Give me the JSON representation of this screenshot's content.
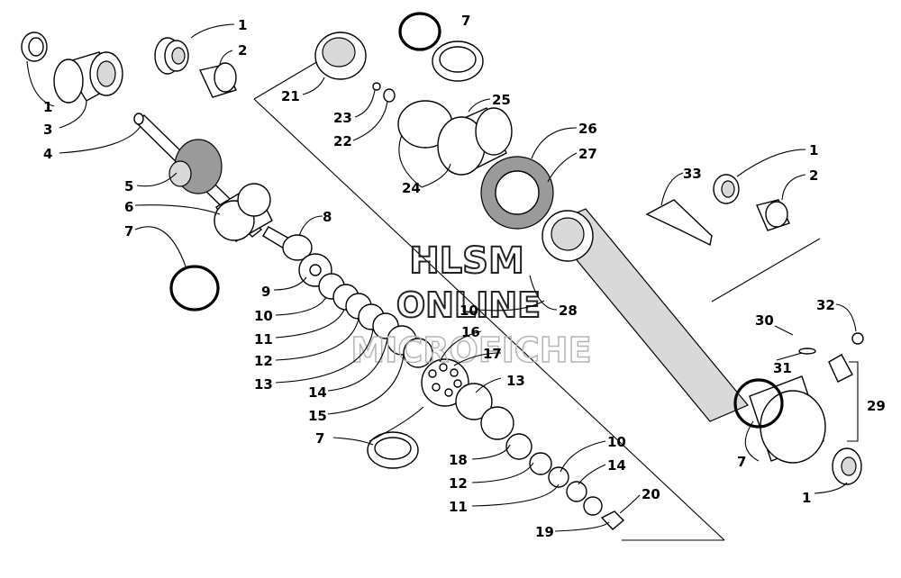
{
  "watermark": {
    "line1": "HLSM",
    "line2": "ONLINE",
    "line3": "MICROFICHE"
  },
  "callouts": [
    {
      "id": "c1a",
      "text": "1"
    },
    {
      "id": "c2a",
      "text": "2"
    },
    {
      "id": "c1b",
      "text": "1"
    },
    {
      "id": "c3",
      "text": "3"
    },
    {
      "id": "c4",
      "text": "4"
    },
    {
      "id": "c5",
      "text": "5"
    },
    {
      "id": "c6",
      "text": "6"
    },
    {
      "id": "c7a",
      "text": "7"
    },
    {
      "id": "c8",
      "text": "8"
    },
    {
      "id": "c9",
      "text": "9"
    },
    {
      "id": "c10a",
      "text": "10"
    },
    {
      "id": "c11a",
      "text": "11"
    },
    {
      "id": "c12a",
      "text": "12"
    },
    {
      "id": "c13a",
      "text": "13"
    },
    {
      "id": "c14a",
      "text": "14"
    },
    {
      "id": "c15",
      "text": "15"
    },
    {
      "id": "c7b",
      "text": "7"
    },
    {
      "id": "c7c",
      "text": "7"
    },
    {
      "id": "c21",
      "text": "21"
    },
    {
      "id": "c23",
      "text": "23"
    },
    {
      "id": "c22",
      "text": "22"
    },
    {
      "id": "c25",
      "text": "25"
    },
    {
      "id": "c24",
      "text": "24"
    },
    {
      "id": "c26",
      "text": "26"
    },
    {
      "id": "c27",
      "text": "27"
    },
    {
      "id": "c33",
      "text": "33"
    },
    {
      "id": "c1c",
      "text": "1"
    },
    {
      "id": "c2b",
      "text": "2"
    },
    {
      "id": "c28",
      "text": "28"
    },
    {
      "id": "c10b",
      "text": "10"
    },
    {
      "id": "c16",
      "text": "16"
    },
    {
      "id": "c17",
      "text": "17"
    },
    {
      "id": "c13b",
      "text": "13"
    },
    {
      "id": "c30",
      "text": "30"
    },
    {
      "id": "c32",
      "text": "32"
    },
    {
      "id": "c31",
      "text": "31"
    },
    {
      "id": "c29",
      "text": "29"
    },
    {
      "id": "c7d",
      "text": "7"
    },
    {
      "id": "c1d",
      "text": "1"
    },
    {
      "id": "c10c",
      "text": "10"
    },
    {
      "id": "c14b",
      "text": "14"
    },
    {
      "id": "c18",
      "text": "18"
    },
    {
      "id": "c12b",
      "text": "12"
    },
    {
      "id": "c11b",
      "text": "11"
    },
    {
      "id": "c20",
      "text": "20"
    },
    {
      "id": "c19",
      "text": "19"
    }
  ]
}
